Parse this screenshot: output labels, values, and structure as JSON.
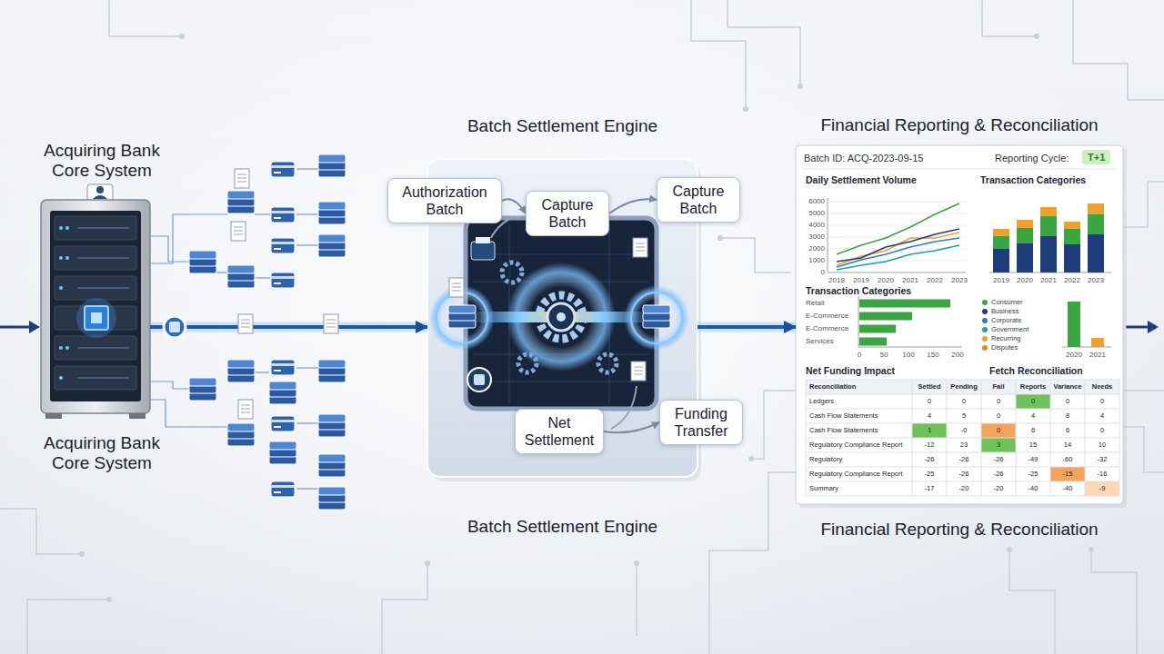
{
  "diagram": {
    "nodes": [
      {
        "text": [
          "Acquiring Bank Core System",
          "Acquiring Bank Core System"
        ]
      },
      {
        "text": [
          "Batch Settlement Engine",
          "Batch Settlement Engine"
        ]
      },
      {
        "text": [
          "Authorization Batch"
        ],
        "in": 1
      },
      {
        "text": [
          "Capture Batch"
        ],
        "in": 1
      },
      {
        "text": [
          "Capture Batch"
        ],
        "in": 1
      },
      {
        "text": [
          "Net Settlement"
        ],
        "in": 1
      },
      {
        "text": [
          "Funding Transfer"
        ],
        "in": 1
      },
      {
        "text": [
          "Financial Reporting & Reconciliation",
          "Financial Reporting & Reconciliation"
        ]
      },
      {
        "text": [
          "T+1"
        ],
        "in": 7
      }
    ],
    "edges": [
      {
        "from": 0,
        "to": 1,
        "arrow": "to"
      },
      {
        "from": 1,
        "to": 7,
        "arrow": "to"
      },
      {
        "from": 2,
        "to": 3,
        "arrow": "to"
      },
      {
        "from": 3,
        "to": 4,
        "arrow": "to"
      },
      {
        "from": 5,
        "to": 6,
        "arrow": "to"
      }
    ],
    "labels": [
      "Batch ID: ACQ-2023-09-15",
      "Reporting Cycle:",
      "Daily Settlement Volume",
      "Transaction Categories",
      "6000",
      "5000",
      "4000",
      "3000",
      "2000",
      "1000",
      "0",
      "2018",
      "2019",
      "2020",
      "2021",
      "2022",
      "2023",
      "2019",
      "2020",
      "2021",
      "2022",
      "2023",
      "Transaction Categories",
      "Retail",
      "E-Commerce",
      "E-Commerce",
      "Services",
      "0",
      "50",
      "100",
      "150",
      "200",
      "2020",
      "2021",
      "Net Funding Impact",
      "Fetch Reconciliation",
      "Reconciliation",
      "Settled",
      "Pending",
      "Fail",
      "Reports",
      "Variance",
      "Needs",
      "Ledgers",
      "0",
      "0",
      "0",
      "0",
      "0",
      "0",
      "Cash Flow Statements",
      "4",
      "5",
      "0",
      "4",
      "8",
      "4",
      "Cash Flow Statements",
      "1",
      "-0",
      "0",
      "6",
      "6",
      "0",
      "Regulatory Compliance Report",
      "-12",
      "23",
      "3",
      "15",
      "14",
      "10",
      "Regulatory",
      "-26",
      "-26",
      "-26",
      "-49",
      "-60",
      "-32",
      "Regulatory Compliance Report",
      "-25",
      "-26",
      "-26",
      "-25",
      "-15",
      "-16",
      "Summary",
      "-17",
      "-20",
      "-20",
      "-40",
      "-40",
      "-9"
    ],
    "legend": [
      {
        "text": "Consumer",
        "color": "#3aa541"
      },
      {
        "text": "Business",
        "color": "#1f3d7a"
      },
      {
        "text": "Corporate",
        "color": "#2f7fbf"
      },
      {
        "text": "Government",
        "color": "#17a2a8"
      },
      {
        "text": "Recurring",
        "color": "#f0a030"
      },
      {
        "text": "Disputes",
        "color": "#e8832a"
      }
    ]
  }
}
